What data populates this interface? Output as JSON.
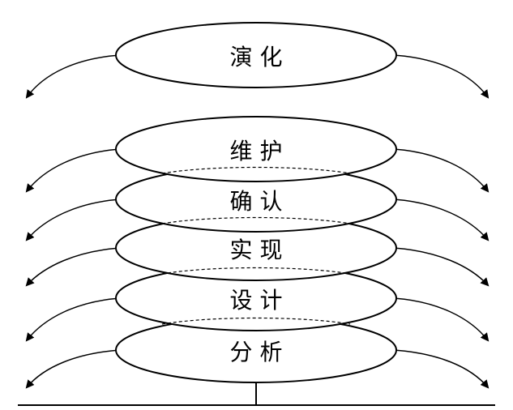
{
  "diagram": {
    "phases": [
      {
        "id": "evolution",
        "label": "演  化"
      },
      {
        "id": "maintenance",
        "label": "维  护"
      },
      {
        "id": "validation",
        "label": "确  认"
      },
      {
        "id": "implementation",
        "label": "实  现"
      },
      {
        "id": "design",
        "label": "设  计"
      },
      {
        "id": "analysis",
        "label": "分  析"
      }
    ]
  }
}
